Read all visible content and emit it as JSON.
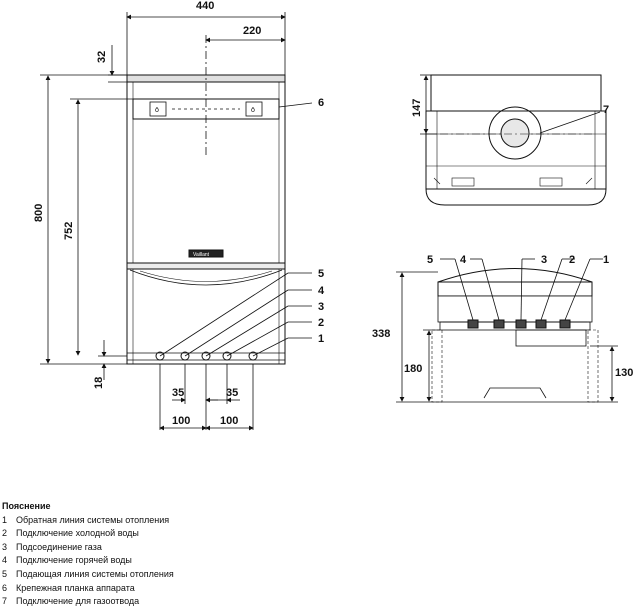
{
  "dimensions": {
    "width_total": "440",
    "half_width": "220",
    "top_offset": "32",
    "height_total": "800",
    "height_mount": "752",
    "bottom_offset": "18",
    "spacing_35_left": "35",
    "spacing_35_right": "35",
    "spacing_100_left": "100",
    "spacing_100_right": "100",
    "top_view_depth": "147",
    "side_depth": "338",
    "side_180": "180",
    "side_130": "130"
  },
  "callouts": {
    "c1": "1",
    "c2": "2",
    "c3": "3",
    "c4": "4",
    "c5": "5",
    "c6": "6",
    "c7": "7"
  },
  "brand_plate": "Vaillant",
  "legend": {
    "title": "Пояснение",
    "items": [
      {
        "num": "1",
        "text": "Обратная линия системы отопления"
      },
      {
        "num": "2",
        "text": "Подключение холодной воды"
      },
      {
        "num": "3",
        "text": "Подсоединение газа"
      },
      {
        "num": "4",
        "text": "Подключение горячей воды"
      },
      {
        "num": "5",
        "text": "Подающая линия системы отопления"
      },
      {
        "num": "6",
        "text": "Крепежная планка аппарата"
      },
      {
        "num": "7",
        "text": "Подключение для газоотвода"
      }
    ]
  }
}
